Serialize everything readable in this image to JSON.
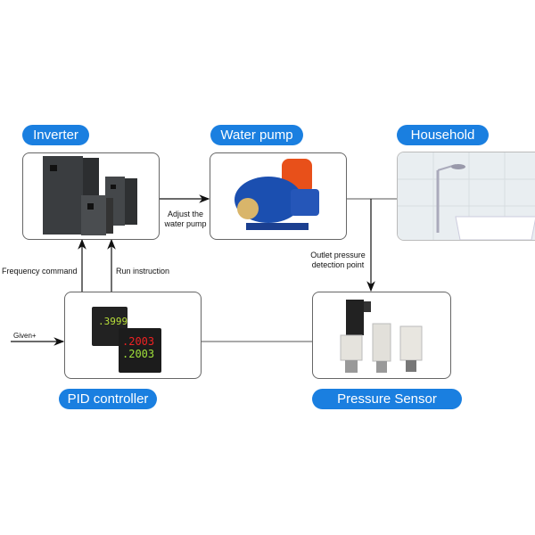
{
  "nodes": {
    "inverter": {
      "title": "Inverter"
    },
    "water_pump": {
      "title": "Water pump"
    },
    "household": {
      "title": "Household"
    },
    "pid_controller": {
      "title": "PID controller",
      "display_top": ".3999",
      "display_red": ".2003",
      "display_green": ".2003"
    },
    "pressure_sensor": {
      "title": "Pressure Sensor"
    }
  },
  "edges": {
    "adjust_pump": {
      "line1": "Adjust the",
      "line2": "water pump"
    },
    "outlet_pressure": {
      "line1": "Outlet pressure",
      "line2": "detection point"
    },
    "frequency_command": "Frequency command",
    "run_instruction": "Run instruction",
    "given": "Given+"
  },
  "colors": {
    "accent": "#1a7fe0",
    "line": "#222222"
  }
}
